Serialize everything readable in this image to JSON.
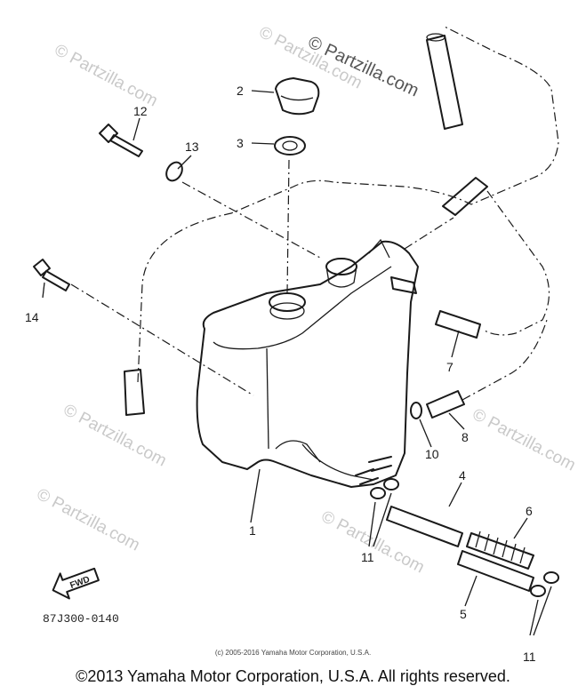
{
  "watermark": {
    "main": "© Partzilla.com",
    "faint": "© Partzilla.com"
  },
  "callouts": {
    "c1": "1",
    "c2": "2",
    "c3": "3",
    "c4": "4",
    "c5": "5",
    "c6": "6",
    "c7": "7",
    "c8": "8",
    "c10": "10",
    "c11a": "11",
    "c11b": "11",
    "c12": "12",
    "c13": "13",
    "c14": "14"
  },
  "fwd_label": "FWD",
  "drawing_number": "87J300-0140",
  "copyright_small": "(c) 2005-2016 Yamaha Motor Corporation, U.S.A.",
  "copyright": "©2013 Yamaha Motor Corporation, U.S.A. All rights reserved."
}
